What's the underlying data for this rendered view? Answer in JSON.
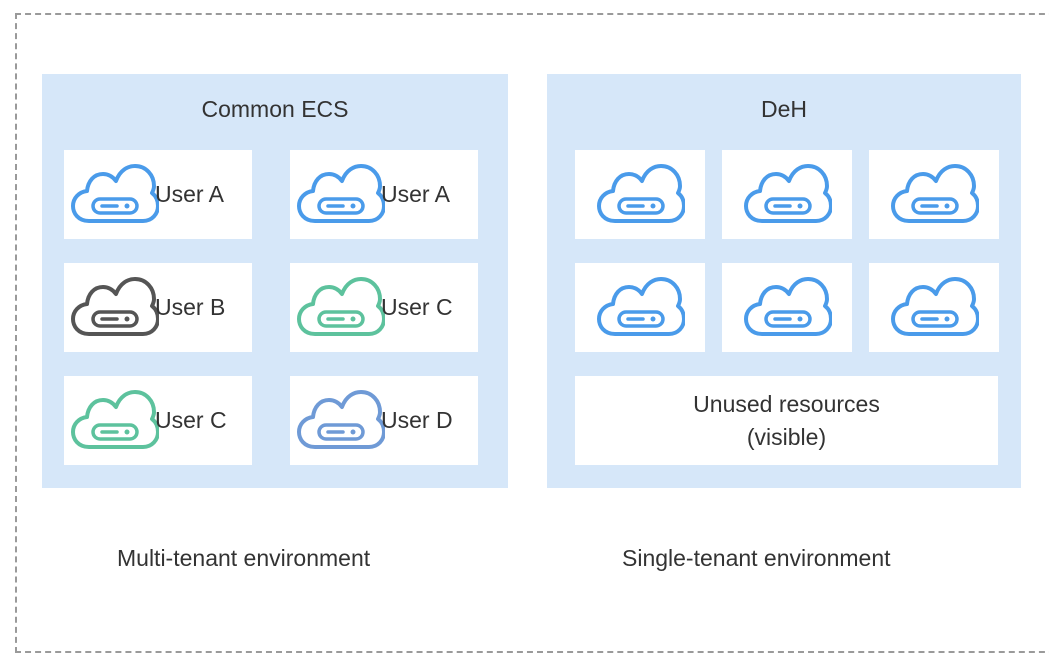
{
  "common_ecs": {
    "title": "Common ECS",
    "tiles": [
      {
        "user": "User A",
        "icon": "cloud-server-icon",
        "color": "#4a9bea"
      },
      {
        "user": "User A",
        "icon": "cloud-server-icon",
        "color": "#4a9bea"
      },
      {
        "user": "User B",
        "icon": "cloud-server-icon",
        "color": "#555555"
      },
      {
        "user": "User C",
        "icon": "cloud-server-icon",
        "color": "#5dc29d"
      },
      {
        "user": "User C",
        "icon": "cloud-server-icon",
        "color": "#5dc29d"
      },
      {
        "user": "User D",
        "icon": "cloud-server-icon",
        "color": "#6f9ad6"
      }
    ]
  },
  "deh": {
    "title": "DeH",
    "icon": "cloud-server-icon",
    "icon_color": "#4a9bea",
    "tile_count": 6,
    "unused_line1": "Unused resources",
    "unused_line2": "(visible)"
  },
  "environments": {
    "multi": "Multi-tenant environment",
    "single": "Single-tenant environment"
  },
  "colors": {
    "panel_bg": "#d6e7f9",
    "frame_border": "#9a9a9a",
    "blue": "#4a9bea",
    "gray": "#555555",
    "green": "#5dc29d",
    "light_blue": "#6f9ad6"
  }
}
